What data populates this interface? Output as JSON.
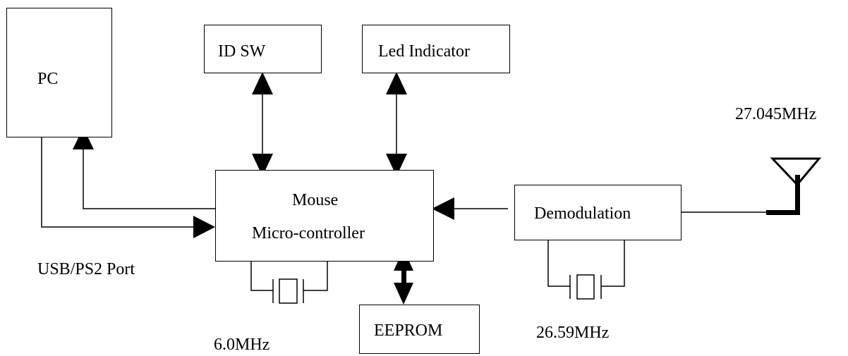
{
  "blocks": {
    "pc": "PC",
    "id_sw": "ID SW",
    "led": "Led Indicator",
    "mcu_line1": "Mouse",
    "mcu_line2": "Micro-controller",
    "demod": "Demodulation",
    "eeprom": "EEPROM"
  },
  "labels": {
    "port": "USB/PS2 Port",
    "crystal_mcu": "6.0MHz",
    "crystal_demod": "26.59MHz",
    "rf_freq": "27.045MHz"
  }
}
